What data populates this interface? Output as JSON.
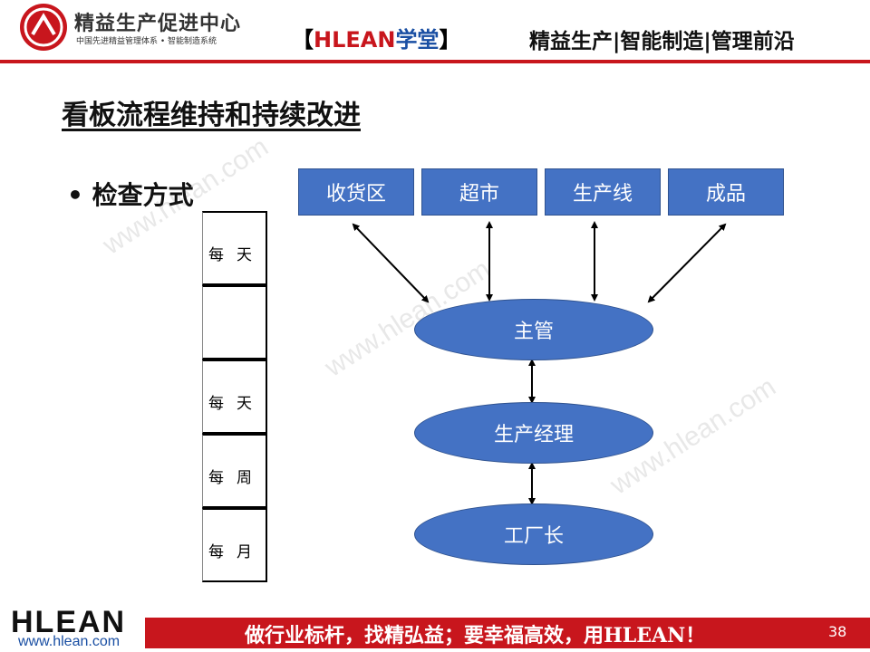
{
  "header": {
    "org_name": "精益生产促进中心",
    "org_sub": "中国先进精益管理体系 • 智能制造系统",
    "brand_prefix": "【",
    "brand_name": "HLEAN",
    "brand_suffix_cn": "学堂",
    "brand_close": "】",
    "tagline": "精益生产|智能制造|管理前沿"
  },
  "slide": {
    "title": "看板流程维持和持续改进",
    "bullet": "• 检查方式"
  },
  "frequency_table": [
    "每天",
    "",
    "每天",
    "每周",
    "每月"
  ],
  "areas": [
    "收货区",
    "超市",
    "生产线",
    "成品"
  ],
  "roles": [
    "主管",
    "生产经理",
    "工厂长"
  ],
  "watermark": "www.hlean.com",
  "footer": {
    "logo": "HLEAN",
    "url": "www.hlean.com",
    "slogan": "做行业标杆，找精弘益；要幸福高效，用HLEAN！",
    "page_number": "38"
  },
  "colors": {
    "accent_red": "#c8161d",
    "shape_blue": "#4472c4",
    "shape_border": "#2f528f"
  }
}
